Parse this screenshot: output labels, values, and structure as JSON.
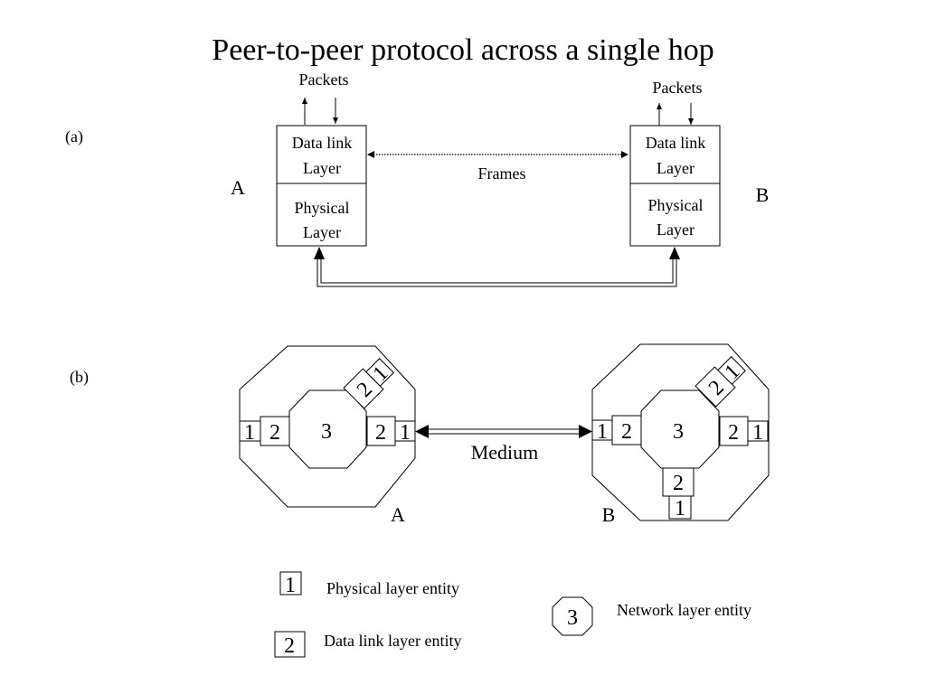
{
  "title": "Peer-to-peer protocol across a single hop",
  "part_a": {
    "label": "(a)",
    "node_a": {
      "name": "A",
      "packets": "Packets",
      "dll_line1": "Data link",
      "dll_line2": "Layer",
      "phy_line1": "Physical",
      "phy_line2": "Layer"
    },
    "node_b": {
      "name": "B",
      "packets": "Packets",
      "dll_line1": "Data link",
      "dll_line2": "Layer",
      "phy_line1": "Physical",
      "phy_line2": "Layer"
    },
    "frames": "Frames"
  },
  "part_b": {
    "label": "(b)",
    "medium": "Medium",
    "node_a": {
      "name": "A",
      "network": "3",
      "dll_left": "2",
      "phy_left": "1",
      "dll_right": "2",
      "phy_right": "1",
      "dll_top": "2",
      "phy_top": "1"
    },
    "node_b": {
      "name": "B",
      "network": "3",
      "dll_left": "2",
      "phy_left": "1",
      "dll_right": "2",
      "phy_right": "1",
      "dll_top": "2",
      "phy_top": "1",
      "dll_bottom": "2",
      "phy_bottom": "1"
    }
  },
  "legend": {
    "phy_symbol": "1",
    "phy_text": "Physical layer entity",
    "dll_symbol": "2",
    "dll_text": "Data link layer entity",
    "net_symbol": "3",
    "net_text": "Network layer entity"
  }
}
